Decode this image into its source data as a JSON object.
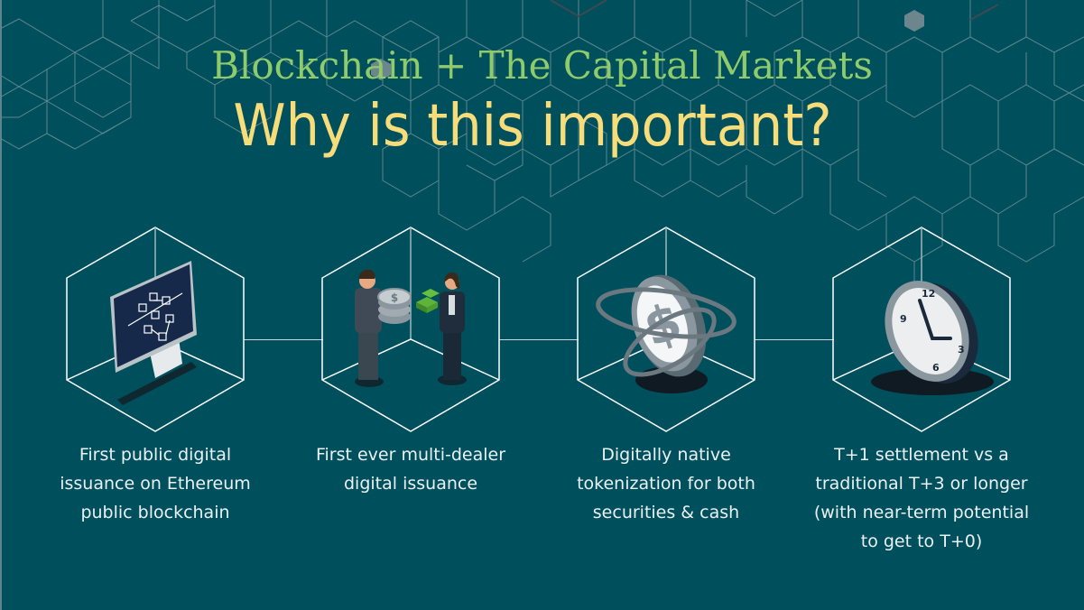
{
  "header": {
    "title": "Blockchain + The Capital Markets",
    "subtitle": "Why is this important?"
  },
  "colors": {
    "background": "#004f5d",
    "title": "#8fcb6a",
    "subtitle": "#f7dc7a",
    "caption": "#eaf1f2",
    "hex_outline": "#ffffff"
  },
  "features": [
    {
      "icon": "monitor-blockchain-icon",
      "caption": "First public digital issuance on Ethereum public blockchain",
      "lines": [
        "First public digital",
        "issuance on Ethereum",
        "public blockchain"
      ]
    },
    {
      "icon": "people-exchange-icon",
      "caption": "First ever multi-dealer digital issuance",
      "lines": [
        "First ever multi-dealer",
        "digital issuance"
      ]
    },
    {
      "icon": "token-coin-icon",
      "caption": "Digitally native tokenization for both securities & cash",
      "lines": [
        "Digitally native",
        "tokenization for both",
        "securities & cash"
      ]
    },
    {
      "icon": "clock-icon",
      "caption": "T+1 settlement vs a traditional T+3 or longer (with near-term potential to get to T+0)",
      "lines": [
        "T+1 settlement vs a",
        "traditional T+3 or longer",
        "(with near-term potential",
        "to get to T+0)"
      ]
    }
  ],
  "clock": {
    "labels": [
      "12",
      "3",
      "6",
      "9"
    ]
  },
  "coin": {
    "symbol": "$"
  }
}
